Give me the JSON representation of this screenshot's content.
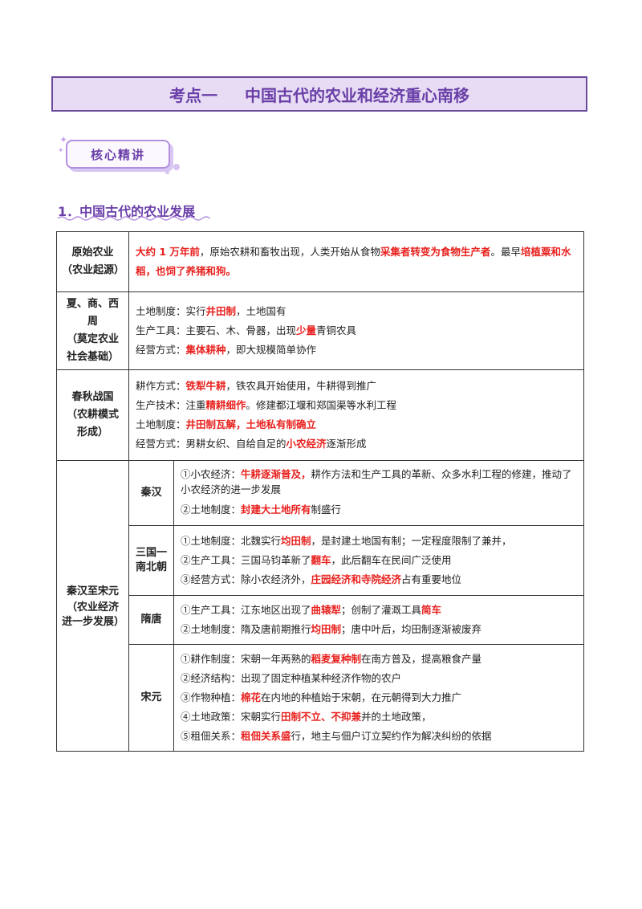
{
  "header": {
    "topic": "考点一",
    "title": "中国古代的农业和经济重心南移"
  },
  "badge": {
    "label": "核心精讲"
  },
  "section": {
    "heading": "1．中国古代的农业发展"
  },
  "table": {
    "r1": {
      "label_main": "原始农业",
      "label_sub": "（农业起源）",
      "p1": [
        {
          "t": "大约 1 万年前",
          "h": true
        },
        {
          "t": "，原始农耕和畜牧出现，人类开始从食物",
          "h": false
        },
        {
          "t": "采集者转变为食物生产者",
          "h": true
        },
        {
          "t": "。最早",
          "h": false
        },
        {
          "t": "培植粟和水稻，也饲了养猪和狗。",
          "h": true
        }
      ]
    },
    "r2": {
      "label_main": "夏、商、西周",
      "label_sub": "（莫定农业社会基础）",
      "lines": [
        [
          {
            "t": "土地制度：实行",
            "h": false
          },
          {
            "t": "井田制",
            "h": true
          },
          {
            "t": "，土地国有",
            "h": false
          }
        ],
        [
          {
            "t": "生产工具：主要石、木、骨器，出现",
            "h": false
          },
          {
            "t": "少量",
            "h": true
          },
          {
            "t": "青铜农具",
            "h": false
          }
        ],
        [
          {
            "t": "经营方式：",
            "h": false
          },
          {
            "t": "集体耕种",
            "h": true
          },
          {
            "t": "，即大规模简单协作",
            "h": false
          }
        ]
      ]
    },
    "r3": {
      "label_main": "春秋战国",
      "label_sub": "（农耕模式形成）",
      "lines": [
        [
          {
            "t": "耕作方式：",
            "h": false
          },
          {
            "t": "铁犁牛耕",
            "h": true
          },
          {
            "t": "，铁农具开始使用，牛耕得到推广",
            "h": false
          }
        ],
        [
          {
            "t": "生产技术：注重",
            "h": false
          },
          {
            "t": "精耕细作",
            "h": true
          },
          {
            "t": "。修建都江堰和郑国渠等水利工程",
            "h": false
          }
        ],
        [
          {
            "t": "土地制度：",
            "h": false
          },
          {
            "t": "井田制瓦解，土地私有制确立",
            "h": true
          }
        ],
        [
          {
            "t": "经营方式：男耕女织、自给自足的",
            "h": false
          },
          {
            "t": "小农经济",
            "h": true
          },
          {
            "t": "逐渐形成",
            "h": false
          }
        ]
      ]
    },
    "r4": {
      "label_main": "秦汉至宋元",
      "label_sub": "（农业经济进一步发展）",
      "sub": [
        {
          "name": "秦汉",
          "lines": [
            [
              {
                "t": "①小农经济：",
                "h": false
              },
              {
                "t": "牛耕逐渐普及，",
                "h": true
              },
              {
                "t": "耕作方法和生产工具的革新、众多水利工程的修建，推动了小农经济的进一步发展",
                "h": false
              }
            ],
            [
              {
                "t": "②土地制度：",
                "h": false
              },
              {
                "t": "封建大土地所有",
                "h": true
              },
              {
                "t": "制盛行",
                "h": false
              }
            ]
          ]
        },
        {
          "name": "三国一南北朝",
          "lines": [
            [
              {
                "t": "①土地制度：北魏实行",
                "h": false
              },
              {
                "t": "均田制",
                "h": true
              },
              {
                "t": "，是封建土地国有制；一定程度限制了兼并，",
                "h": false
              }
            ],
            [
              {
                "t": "②生产工具：三国马钧革新了",
                "h": false
              },
              {
                "t": "翻车",
                "h": true
              },
              {
                "t": "，此后翻车在民间广泛使用",
                "h": false
              }
            ],
            [
              {
                "t": "③经营方式：除小农经济外，",
                "h": false
              },
              {
                "t": "庄园经济和寺院经济",
                "h": true
              },
              {
                "t": "占有重要地位",
                "h": false
              }
            ]
          ]
        },
        {
          "name": "隋唐",
          "lines": [
            [
              {
                "t": "①生产工具：江东地区出现了",
                "h": false
              },
              {
                "t": "曲辕犁",
                "h": true
              },
              {
                "t": "；创制了灌溉工具",
                "h": false
              },
              {
                "t": "简车",
                "h": true
              }
            ],
            [
              {
                "t": "②土地制度：隋及唐前期推行",
                "h": false
              },
              {
                "t": "均田制",
                "h": true
              },
              {
                "t": "；唐中叶后，均田制逐渐被废弃",
                "h": false
              }
            ]
          ]
        },
        {
          "name": "宋元",
          "lines": [
            [
              {
                "t": "①耕作制度：宋朝一年两熟的",
                "h": false
              },
              {
                "t": "稻麦复种制",
                "h": true
              },
              {
                "t": "在南方普及，提高粮食产量",
                "h": false
              }
            ],
            [
              {
                "t": "②经济结构：出现了固定种植某种经济作物的农户",
                "h": false
              }
            ],
            [
              {
                "t": "③作物种植：",
                "h": false
              },
              {
                "t": "棉花",
                "h": true
              },
              {
                "t": "在内地的种植始于宋朝，在元朝得到大力推广",
                "h": false
              }
            ],
            [
              {
                "t": "④土地政策：宋朝实行",
                "h": false
              },
              {
                "t": "田制不立、不抑兼",
                "h": true
              },
              {
                "t": "并的土地政策，",
                "h": false
              }
            ],
            [
              {
                "t": "⑤租佃关系：",
                "h": false
              },
              {
                "t": "租佃关系盛",
                "h": true
              },
              {
                "t": "行，地主与佃户订立契约作为解决纠纷的依据",
                "h": false
              }
            ]
          ]
        }
      ]
    }
  }
}
